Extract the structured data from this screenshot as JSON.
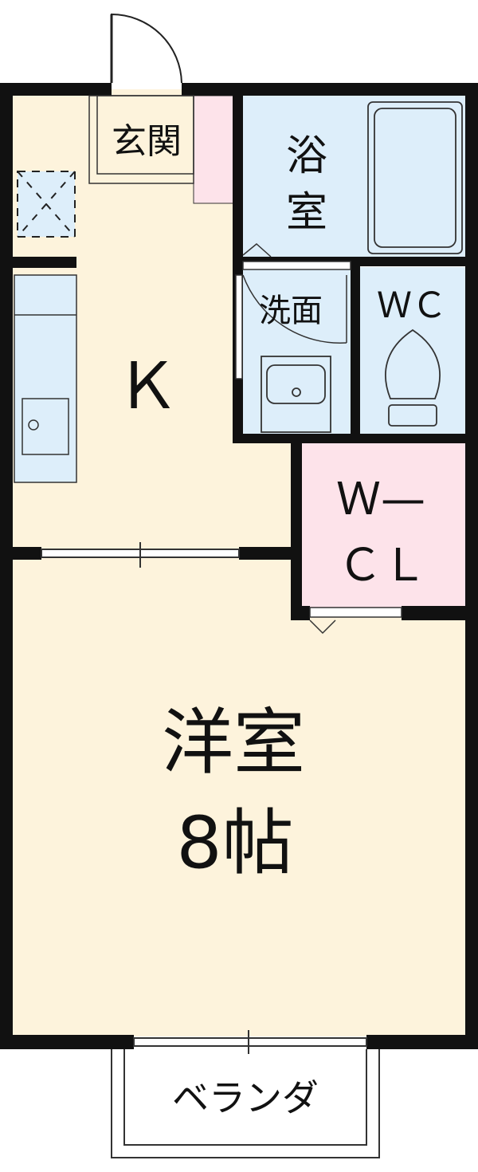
{
  "rooms": {
    "entrance": "玄関",
    "bath_line1": "浴",
    "bath_line2": "室",
    "washroom": "洗面",
    "wc": "ＷＣ",
    "kitchen": "Ｋ",
    "wcl_line1": "Ｗ—",
    "wcl_line2": "ＣＬ",
    "western_line1": "洋室",
    "western_line2": "8帖",
    "veranda": "ベランダ"
  },
  "colors": {
    "wall": "#111111",
    "floor_beige": "#fdf3dc",
    "wet_blue": "#ddeefa",
    "closet_pink": "#fde3ea",
    "fixture_stroke": "#333333"
  }
}
